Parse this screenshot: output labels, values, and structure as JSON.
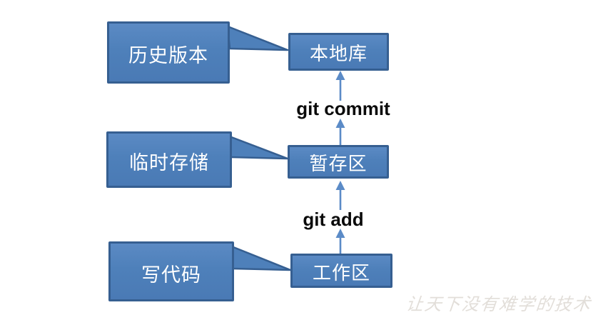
{
  "diagram": {
    "title_hint": "git-staging-workflow",
    "callouts": [
      {
        "id": "history-version",
        "label": "历史版本",
        "points_to": "本地库"
      },
      {
        "id": "temp-storage",
        "label": "临时存储",
        "points_to": "暂存区"
      },
      {
        "id": "write-code",
        "label": "写代码",
        "points_to": "工作区"
      }
    ],
    "boxes": [
      {
        "id": "local-repo",
        "label": "本地库"
      },
      {
        "id": "staging-area",
        "label": "暂存区"
      },
      {
        "id": "working-area",
        "label": "工作区"
      }
    ],
    "arrows": [
      {
        "id": "git-add",
        "label": "git add",
        "from": "工作区",
        "to": "暂存区",
        "direction": "up"
      },
      {
        "id": "git-commit",
        "label": "git commit",
        "from": "暂存区",
        "to": "本地库",
        "direction": "up"
      }
    ],
    "watermark": "让天下没有难学的技术",
    "colors": {
      "shape_fill": "#4e80ba",
      "shape_border": "#365f91",
      "arrow": "#5b8bc7",
      "command_text": "#0a0a0a",
      "shape_text": "#ffffff",
      "watermark_text": "#e2ded9",
      "background": "#ffffff"
    }
  }
}
